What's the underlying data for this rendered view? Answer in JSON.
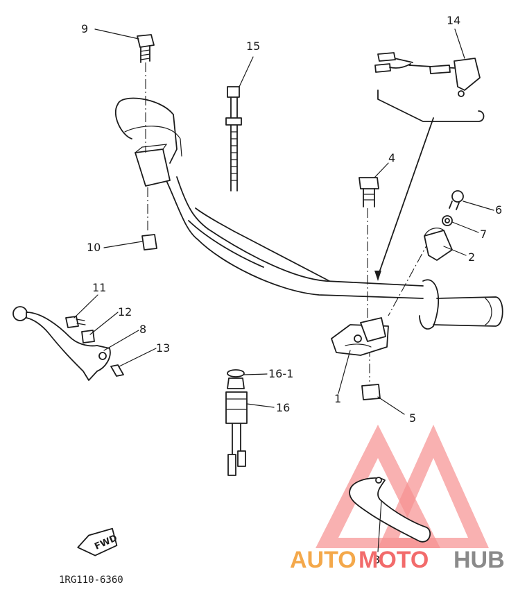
{
  "diagram": {
    "figure_code": "1RG110-6360",
    "fwd_label": "FWD",
    "callouts": {
      "c1": "1",
      "c2": "2",
      "c3": "3",
      "c4": "4",
      "c5": "5",
      "c6": "6",
      "c7": "7",
      "c8": "8",
      "c9": "9",
      "c10": "10",
      "c11": "11",
      "c12": "12",
      "c13": "13",
      "c14": "14",
      "c15": "15",
      "c16": "16",
      "c16_1": "16-1"
    }
  },
  "watermark": {
    "part1": "AUTO",
    "part2": "MOTO",
    "part3": "HUB",
    "colors": {
      "red": "#f26b6b",
      "orange": "#f4a84a",
      "gray": "#8a8a8a"
    }
  }
}
